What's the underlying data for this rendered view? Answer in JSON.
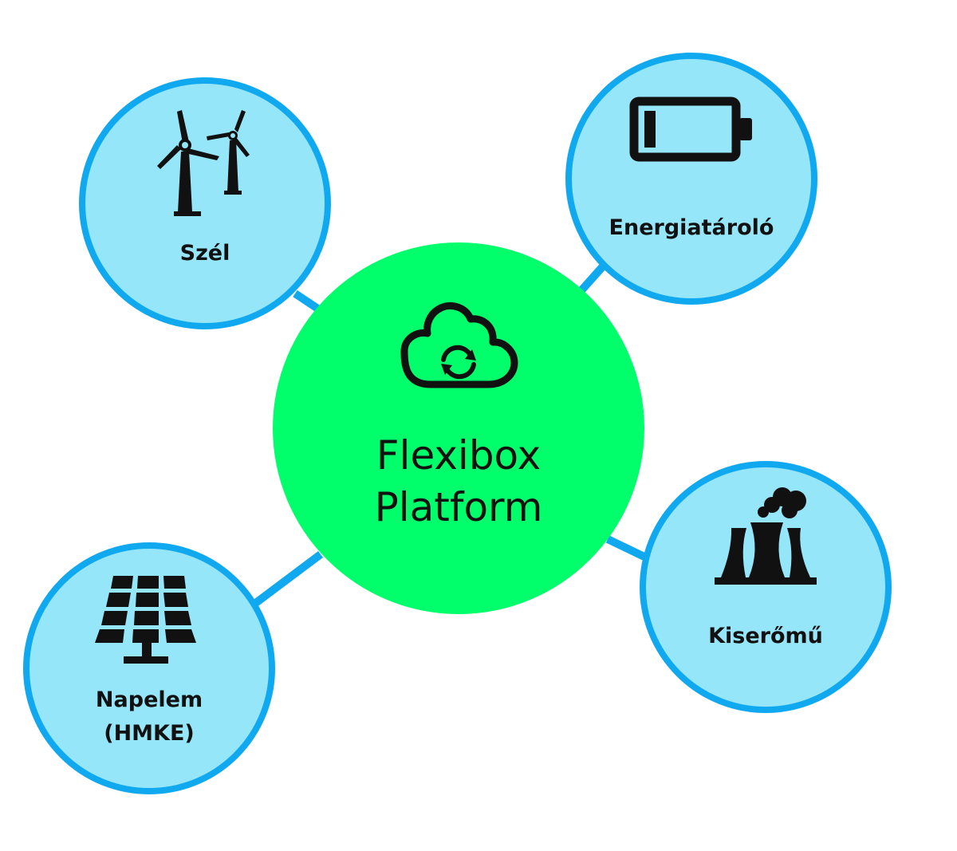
{
  "center": {
    "title_line1": "Flexibox",
    "title_line2": "Platform",
    "icon": "cloud-sync-icon"
  },
  "nodes": {
    "wind": {
      "label": "Szél",
      "icon": "wind-turbine-icon"
    },
    "storage": {
      "label": "Energiatároló",
      "icon": "battery-icon"
    },
    "solar": {
      "label_line1": "Napelem",
      "label_line2": "(HMKE)",
      "icon": "solar-panel-icon"
    },
    "plant": {
      "label": "Kiserőmű",
      "icon": "power-plant-icon"
    }
  },
  "colors": {
    "center_fill": "#00ff6a",
    "node_fill": "#96e6fa",
    "node_stroke": "#10a9f0",
    "connector": "#10a9f0",
    "icon": "#111111"
  }
}
